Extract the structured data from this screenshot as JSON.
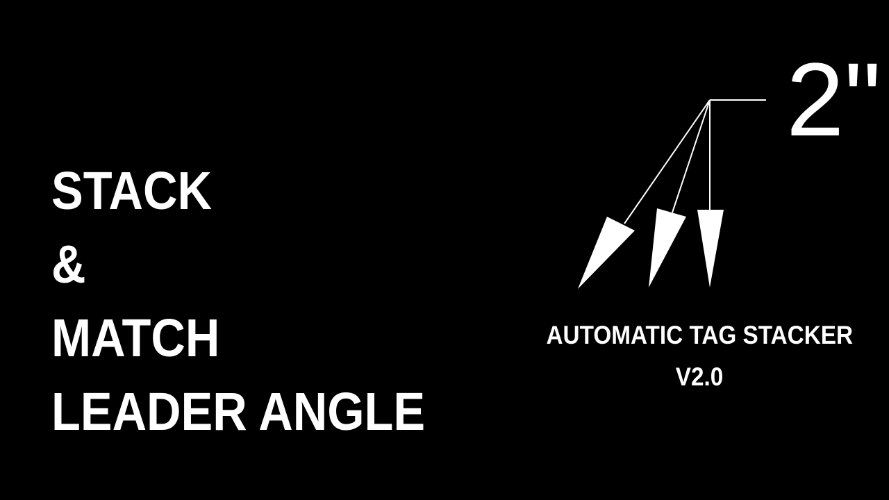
{
  "headline": {
    "lines": [
      "STACK",
      "&",
      "MATCH",
      "LEADER ANGLE"
    ]
  },
  "tag": {
    "size_label": "2\"",
    "product_name": "AUTOMATIC TAG STACKER",
    "version": "V2.0"
  },
  "colors": {
    "background": "#000000",
    "foreground": "#ffffff"
  },
  "icons": {
    "diagram": "leader-arrows-icon"
  }
}
